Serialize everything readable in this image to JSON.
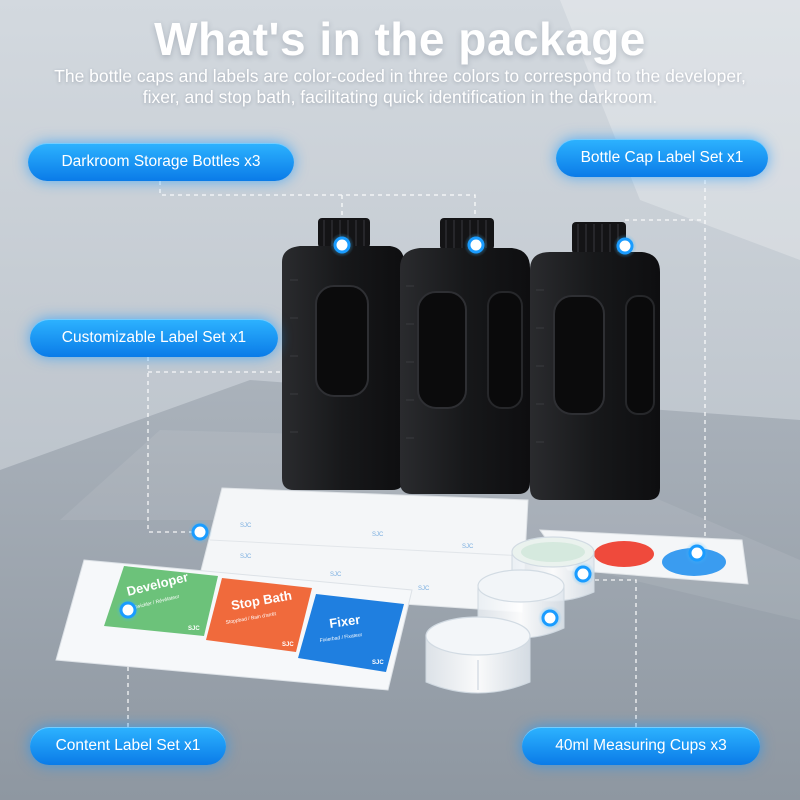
{
  "header": {
    "title": "What's in the package",
    "subtitle": "The bottle caps and labels are color-coded in three colors to correspond to the developer, fixer, and stop bath, facilitating quick identification in the darkroom."
  },
  "callouts": {
    "bottles": "Darkroom Storage Bottles x3",
    "cap_labels": "Bottle Cap Label Set x1",
    "custom_labels": "Customizable Label Set x1",
    "content_labels": "Content Label Set x1",
    "cups": "40ml Measuring Cups x3"
  },
  "content_labels": {
    "developer": {
      "name": "Developer",
      "sub": "Entwickler / Révélateur",
      "brand": "SJC"
    },
    "stop_bath": {
      "name": "Stop Bath",
      "sub": "Stoppbad / Bain d'arrêt",
      "brand": "SJC"
    },
    "fixer": {
      "name": "Fixer",
      "sub": "Fixierbad / Fixateur",
      "brand": "SJC"
    }
  },
  "sheet_brand": "SJC",
  "colors": {
    "accent": "#1493f5",
    "developer": "#6cc27a",
    "stop_bath": "#f06a3c",
    "fixer": "#1f7fe0",
    "cap_red": "#ef4a3c",
    "cap_blue": "#3a9cf0",
    "bottle": "#1b1c1f"
  }
}
